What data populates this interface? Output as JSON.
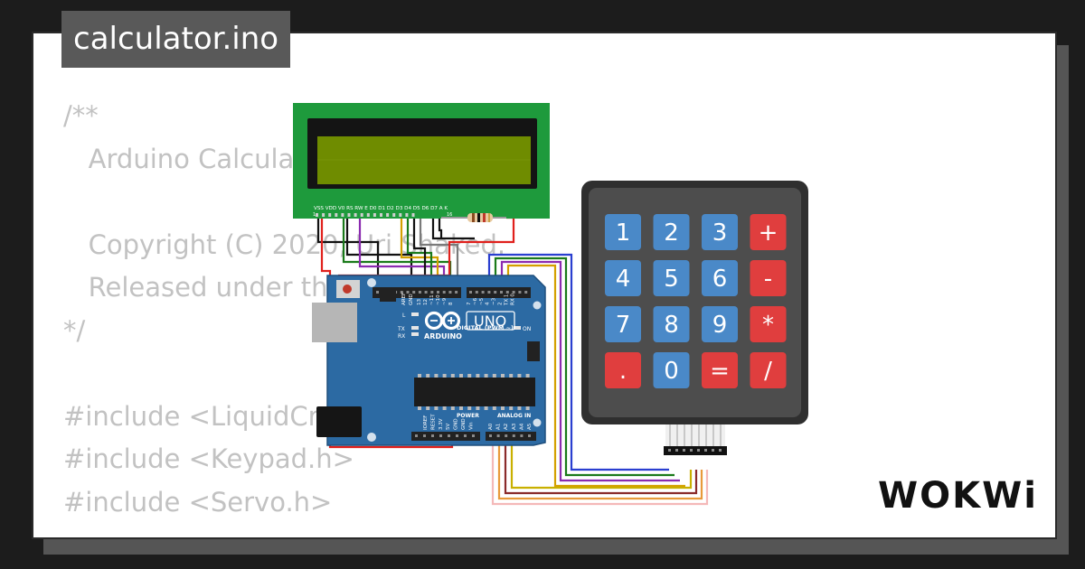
{
  "title": "calculator.ino",
  "code_lines": [
    "/**",
    "   Arduino Calculator",
    "",
    "   Copyright (C) 2020, Uri Shaked.",
    "   Released under the MIT License.",
    "*/",
    "",
    "#include <LiquidCrystal.h>",
    "#include <Keypad.h>",
    "#include <Servo.h>"
  ],
  "brand": "WOKWi",
  "lcd": {
    "label": "VSS VDD V0 RS RW E D0 D1 D2 D3 D4 D5 D6 D7 A K",
    "pin_first": "1",
    "pin_last": "16"
  },
  "arduino": {
    "logo_text": "ARDUINO",
    "model": "UNO",
    "digital_label": "DIGITAL (PWM ~)",
    "power_label": "POWER",
    "analog_label": "ANALOG IN",
    "led_l": "L",
    "led_tx": "TX",
    "led_rx": "RX",
    "on_label": "ON",
    "aref": "AREF",
    "gnd": "GND",
    "top_pins": [
      "13",
      "12",
      "~11",
      "~10",
      "~9",
      "8",
      "7",
      "~6",
      "~5",
      "4",
      "~3",
      "2",
      "TX 1",
      "RX 0"
    ],
    "power_pins": [
      "IOREF",
      "RESET",
      "3.3V",
      "5V",
      "GND",
      "GND",
      "Vin"
    ],
    "analog_pins": [
      "A0",
      "A1",
      "A2",
      "A3",
      "A4",
      "A5"
    ]
  },
  "keypad": {
    "keys": [
      {
        "label": "1",
        "type": "num"
      },
      {
        "label": "2",
        "type": "num"
      },
      {
        "label": "3",
        "type": "num"
      },
      {
        "label": "+",
        "type": "op"
      },
      {
        "label": "4",
        "type": "num"
      },
      {
        "label": "5",
        "type": "num"
      },
      {
        "label": "6",
        "type": "num"
      },
      {
        "label": "-",
        "type": "op"
      },
      {
        "label": "7",
        "type": "num"
      },
      {
        "label": "8",
        "type": "num"
      },
      {
        "label": "9",
        "type": "num"
      },
      {
        "label": "*",
        "type": "op"
      },
      {
        "label": ".",
        "type": "op"
      },
      {
        "label": "0",
        "type": "num"
      },
      {
        "label": "=",
        "type": "op"
      },
      {
        "label": "/",
        "type": "op"
      }
    ]
  },
  "colors": {
    "num_key": "#4a89c8",
    "op_key": "#e03e3e",
    "board": "#2c6aa3",
    "lcd_frame": "#1e9a3c",
    "lcd_screen": "#6f8c00"
  }
}
